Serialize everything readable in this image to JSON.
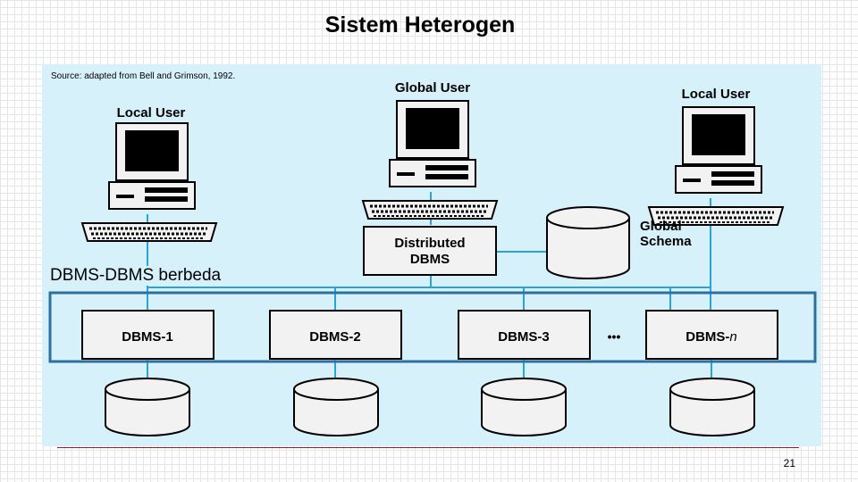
{
  "slide": {
    "title": "Sistem Heterogen",
    "page_number": "21"
  },
  "figure": {
    "source_note": "Source: adapted from Bell and Grimson, 1992.",
    "users": [
      "Local User",
      "Global User",
      "Local User"
    ],
    "distributed_dbms": [
      "Distributed",
      "DBMS"
    ],
    "global_schema": [
      "Global",
      "Schema"
    ],
    "dbms_boxes": [
      "DBMS-1",
      "DBMS-2",
      "DBMS-3",
      "DBMS-"
    ],
    "dbms_n_suffix": "n",
    "ellipsis": "•••",
    "overlay_caption": "DBMS-DBMS berbeda"
  },
  "colors": {
    "figure_background": "#d7f1fb",
    "connector": "#2aa4d8",
    "highlight_frame": "#2f6f9f",
    "footer_line": "#8a1c1c"
  }
}
